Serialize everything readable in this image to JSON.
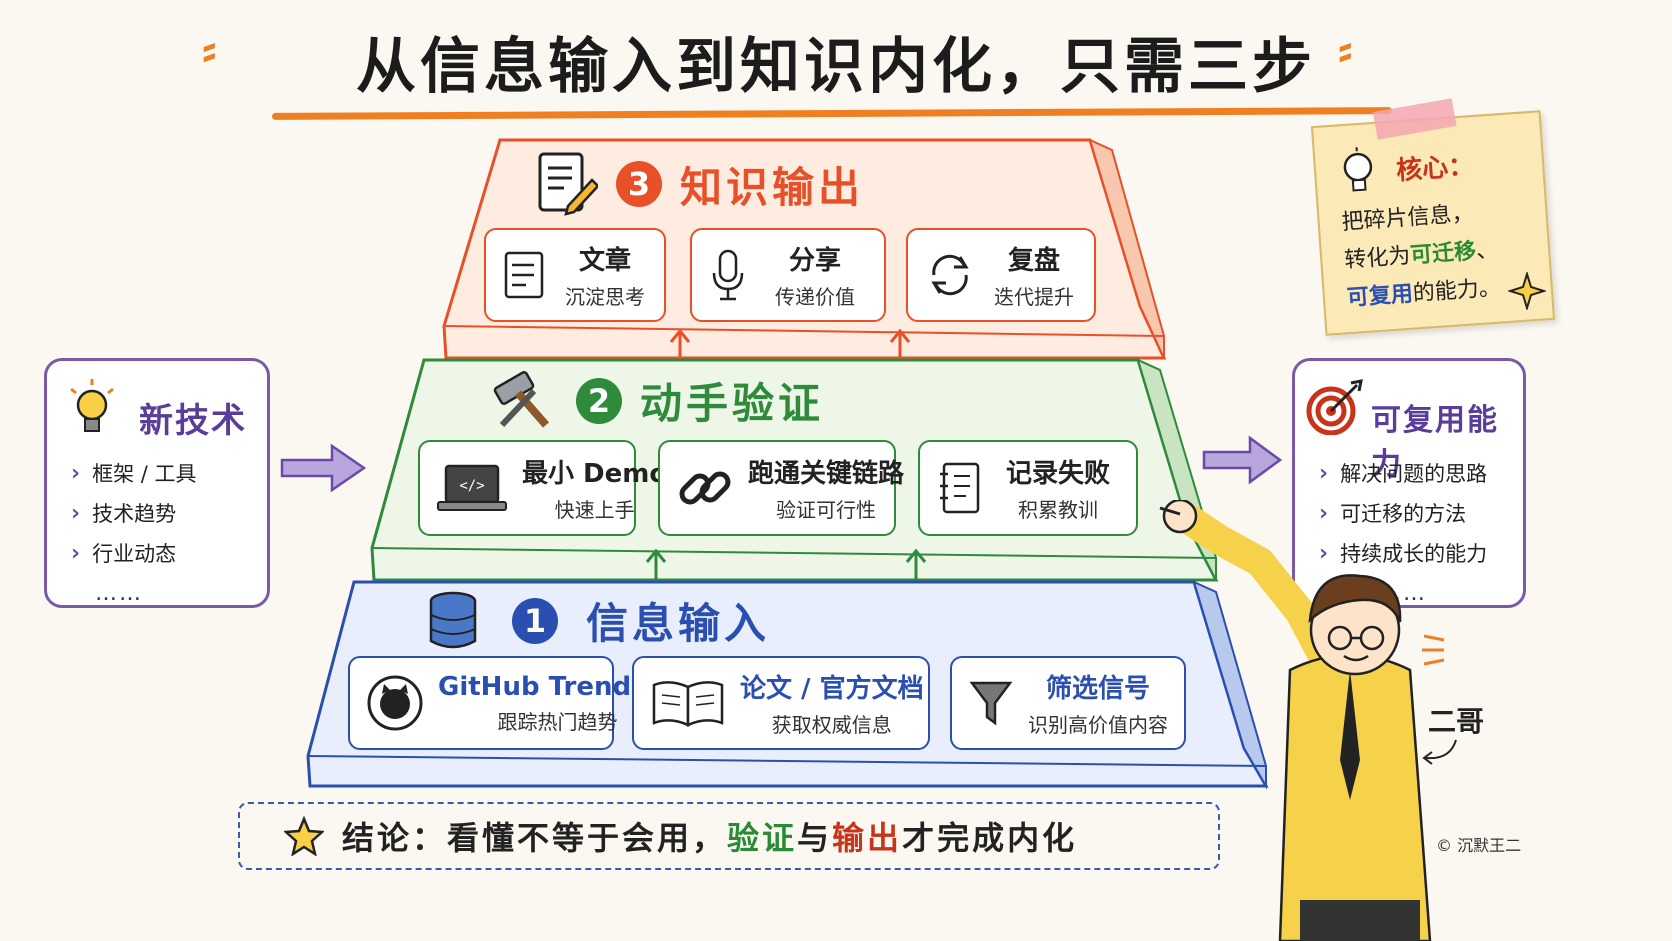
{
  "title": "从信息输入到知识内化，只需三步",
  "colors": {
    "accent": "#f07f22",
    "tier3": "#e8502a",
    "tier2": "#2f8a3c",
    "tier1": "#2a4fb0",
    "side": "#7a5aa8"
  },
  "tier3": {
    "number": "3",
    "title": "知识输出",
    "icon": "document-pen-icon",
    "cards": [
      {
        "title": "文章",
        "subtitle": "沉淀思考",
        "icon": "article-icon"
      },
      {
        "title": "分享",
        "subtitle": "传递价值",
        "icon": "microphone-icon"
      },
      {
        "title": "复盘",
        "subtitle": "迭代提升",
        "icon": "refresh-icon"
      }
    ]
  },
  "tier2": {
    "number": "2",
    "title": "动手验证",
    "icon": "hammer-wrench-icon",
    "cards": [
      {
        "title": "最小 Demo",
        "subtitle": "快速上手",
        "icon": "laptop-code-icon"
      },
      {
        "title": "跑通关键链路",
        "subtitle": "验证可行性",
        "icon": "chain-link-icon"
      },
      {
        "title": "记录失败",
        "subtitle": "积累教训",
        "icon": "notebook-icon"
      }
    ]
  },
  "tier1": {
    "number": "1",
    "title": "信息输入",
    "icon": "database-icon",
    "cards": [
      {
        "title": "GitHub Trending",
        "subtitle": "跟踪热门趋势",
        "icon": "github-icon"
      },
      {
        "title": "论文 / 官方文档",
        "subtitle": "获取权威信息",
        "icon": "open-book-icon"
      },
      {
        "title": "筛选信号",
        "subtitle": "识别高价值内容",
        "icon": "funnel-icon"
      }
    ]
  },
  "left_panel": {
    "title": "新技术",
    "icon": "lightbulb-icon",
    "items": [
      "框架 / 工具",
      "技术趋势",
      "行业动态"
    ],
    "more": "……"
  },
  "right_panel": {
    "title": "可复用能力",
    "icon": "target-icon",
    "items": [
      "解决问题的思路",
      "可迁移的方法",
      "持续成长的能力"
    ],
    "more": "……"
  },
  "note": {
    "title": "核心：",
    "line1": "把碎片信息，",
    "line2_prefix": "转化为",
    "line2_green": "可迁移",
    "line2_suffix": "、",
    "line3_blue": "可复用",
    "line3_suffix": "的能力。"
  },
  "conclusion": {
    "prefix": "结论：看懂不等于会用，",
    "green": "验证",
    "middle": "与",
    "red": "输出",
    "suffix": "才完成内化"
  },
  "character_name": "二哥",
  "copyright": "© 沉默王二"
}
